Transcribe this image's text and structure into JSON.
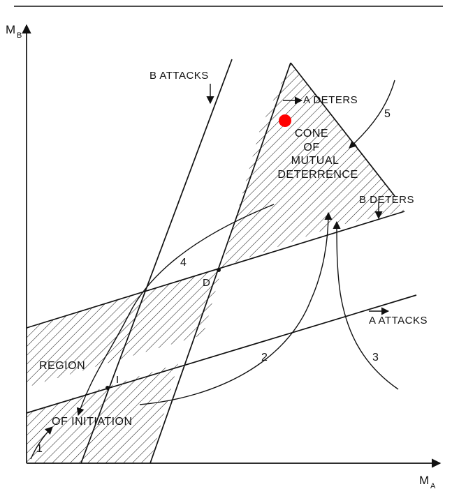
{
  "axes": {
    "y_label": "M",
    "y_sub": "B",
    "x_label": "M",
    "x_sub": "A"
  },
  "labels": {
    "b_attacks": "B ATTACKS",
    "a_deters": "A DETERS",
    "cone_line1": "CONE",
    "cone_line2": "OF",
    "cone_line3": "MUTUAL",
    "cone_line4": "DETERRENCE",
    "b_deters": "B DETERS",
    "a_attacks": "A ATTACKS",
    "region": "REGION",
    "of_initiation": "OF INITIATION",
    "point_i": "I",
    "point_d": "D"
  },
  "trajectories": [
    "1",
    "2",
    "3",
    "4",
    "5"
  ],
  "colors": {
    "ink": "#111111",
    "marker": "#ff0000",
    "background": "#ffffff"
  }
}
